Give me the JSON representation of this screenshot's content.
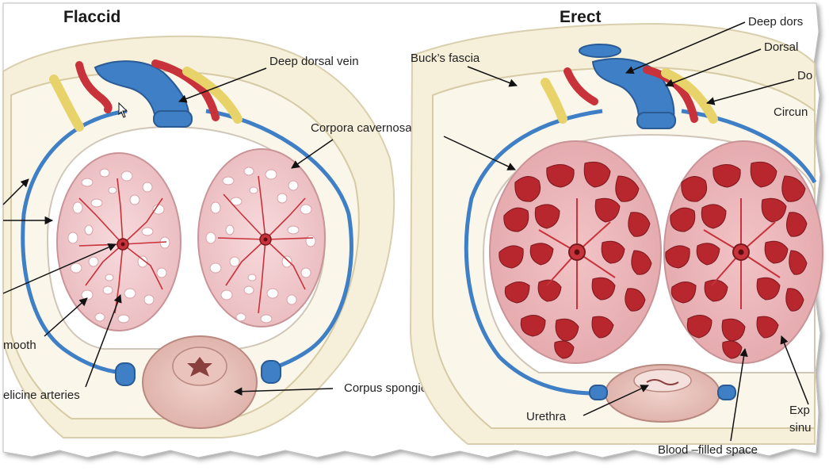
{
  "panels": [
    {
      "title": "Flaccid"
    },
    {
      "title": "Erect"
    }
  ],
  "labels": {
    "deep_dorsal_vein": "Deep dorsal vein",
    "corpora_cavernosa": "Corpora cavernosa",
    "corpus_spongiosum": "Corpus spongiosum",
    "smooth": "mooth",
    "helicine_arteries": "elicine arteries",
    "bucks_fascia": "Buck’s fascia",
    "deep_dors_right": "Deep dors",
    "dorsal_right": "Dorsal",
    "do_right": "Do",
    "circum_right": "Circun",
    "urethra": "Urethra",
    "blood_filled_space": "Blood –filled space",
    "exp_right": "Exp",
    "sinu_right": "sinu"
  },
  "colors": {
    "vein": "#3f7fc6",
    "artery": "#c8323a",
    "nerve": "#e8d36a",
    "tissue_pale": "#f1cdd0",
    "sinus_blood": "#b8262e",
    "fascia": "#f6efd9"
  }
}
